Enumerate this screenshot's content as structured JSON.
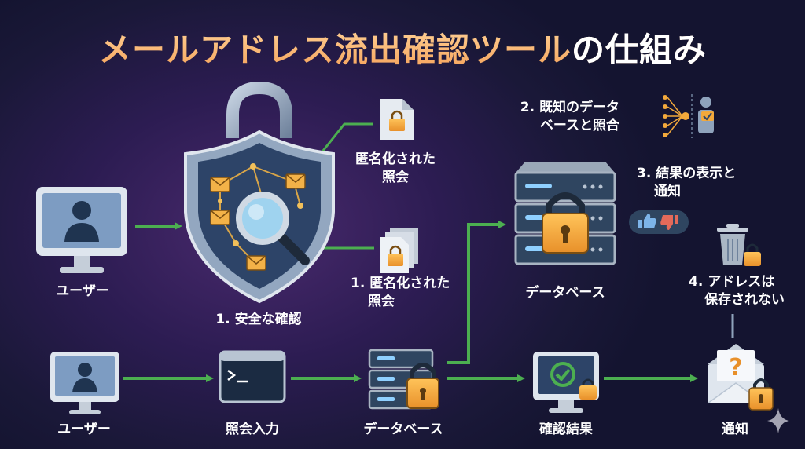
{
  "title_orange": "メールアドレス流出確認ツール",
  "title_white": "の仕組み",
  "labels": {
    "user_top": "ユーザー",
    "secure_check": "1. 安全な確認",
    "anon_query_top_1": "匿名化された",
    "anon_query_top_2": "照会",
    "anon_query_mid_1": "1. 匿名化された",
    "anon_query_mid_2": "照会",
    "known_db_1": "2. 既知のデータ",
    "known_db_2": "ベースと照合",
    "database_top": "データベース",
    "show_notify_1": "3. 結果の表示と",
    "show_notify_2": "通知",
    "not_stored_1": "4. アドレスは",
    "not_stored_2": "保存されない",
    "user_bottom": "ユーザー",
    "query_input": "照会入力",
    "database_bottom": "データベース",
    "check_result": "確認結果",
    "notify": "通知"
  },
  "colors": {
    "arrow": "#4caf50",
    "lock_gold": "#f3a93b",
    "shield_steel": "#8fa3bc",
    "title_orange": "#f5a25a"
  }
}
